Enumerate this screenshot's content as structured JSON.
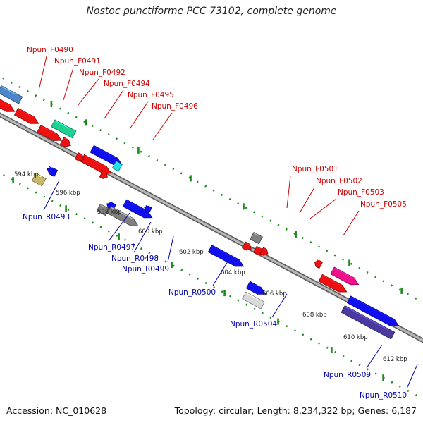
{
  "title": "Nostoc punctiforme PCC 73102, complete genome",
  "footer": {
    "accession": "Accession: NC_010628",
    "info": "Topology: circular; Length: 8,234,322 bp; Genes: 6,187"
  },
  "colors": {
    "forward_label": "#cc0000",
    "reverse_label": "#0000aa",
    "backbone": "#8c8c8c",
    "dots": "#1a8a1a",
    "ticks": "#1a8a1a"
  },
  "scale": {
    "tick_labels": [
      "594 kbp",
      "596 kbp",
      "598 kbp",
      "600 kbp",
      "602 kbp",
      "604 kbp",
      "606 kbp",
      "608 kbp",
      "610 kbp",
      "612 kbp"
    ]
  },
  "forward_labels": [
    "Npun_F0490",
    "Npun_F0491",
    "Npun_F0492",
    "Npun_F0494",
    "Npun_F0495",
    "Npun_F0496",
    "Npun_F0501",
    "Npun_F0502",
    "Npun_F0503",
    "Npun_F0505"
  ],
  "reverse_labels": [
    "Npun_R0493",
    "Npun_R0497",
    "Npun_R0498",
    "Npun_R0499",
    "Npun_R0500",
    "Npun_R0504",
    "Npun_R0509",
    "Npun_R0510"
  ]
}
